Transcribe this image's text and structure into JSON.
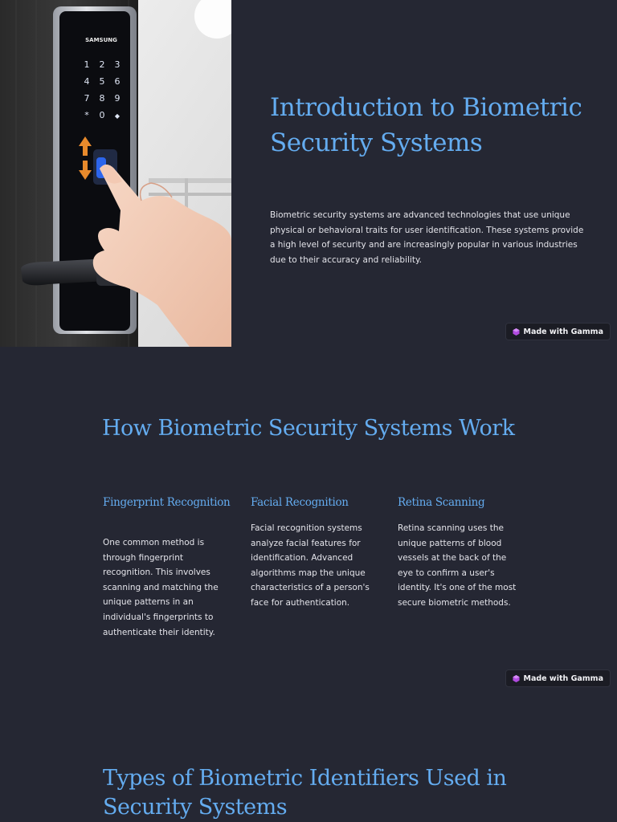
{
  "slides": [
    {
      "title": "Introduction to Biometric Security Systems",
      "body": "Biometric security systems are advanced technologies that use unique physical or behavioral traits for user identification. These systems provide a high level of security and are increasingly popular in various industries due to their accuracy and reliability.",
      "image": {
        "brand": "SAMSUNG",
        "keypad": [
          "1",
          "2",
          "3",
          "4",
          "5",
          "6",
          "7",
          "8",
          "9",
          "*",
          "0",
          "◆"
        ]
      },
      "badge": "Made with Gamma"
    },
    {
      "title": "How Biometric Security Systems Work",
      "columns": [
        {
          "heading": "Fingerprint Recognition",
          "text": "One common method is through fingerprint recognition. This involves scanning and matching the unique patterns in an individual's fingerprints to authenticate their identity."
        },
        {
          "heading": "Facial Recognition",
          "text": "Facial recognition systems analyze facial features for identification. Advanced algorithms map the unique characteristics of a person's face for authentication."
        },
        {
          "heading": "Retina Scanning",
          "text": "Retina scanning uses the unique patterns of blood vessels at the back of the eye to confirm a user's identity. It's one of the most secure biometric methods."
        }
      ],
      "badge": "Made with Gamma"
    },
    {
      "title": "Types of Biometric Identifiers Used in Security Systems"
    }
  ],
  "colors": {
    "background": "#252733",
    "accent": "#64acf0",
    "text": "#e4e4ea",
    "badge_bg": "#1b1c24",
    "gamma_icon": "#b14be0"
  }
}
